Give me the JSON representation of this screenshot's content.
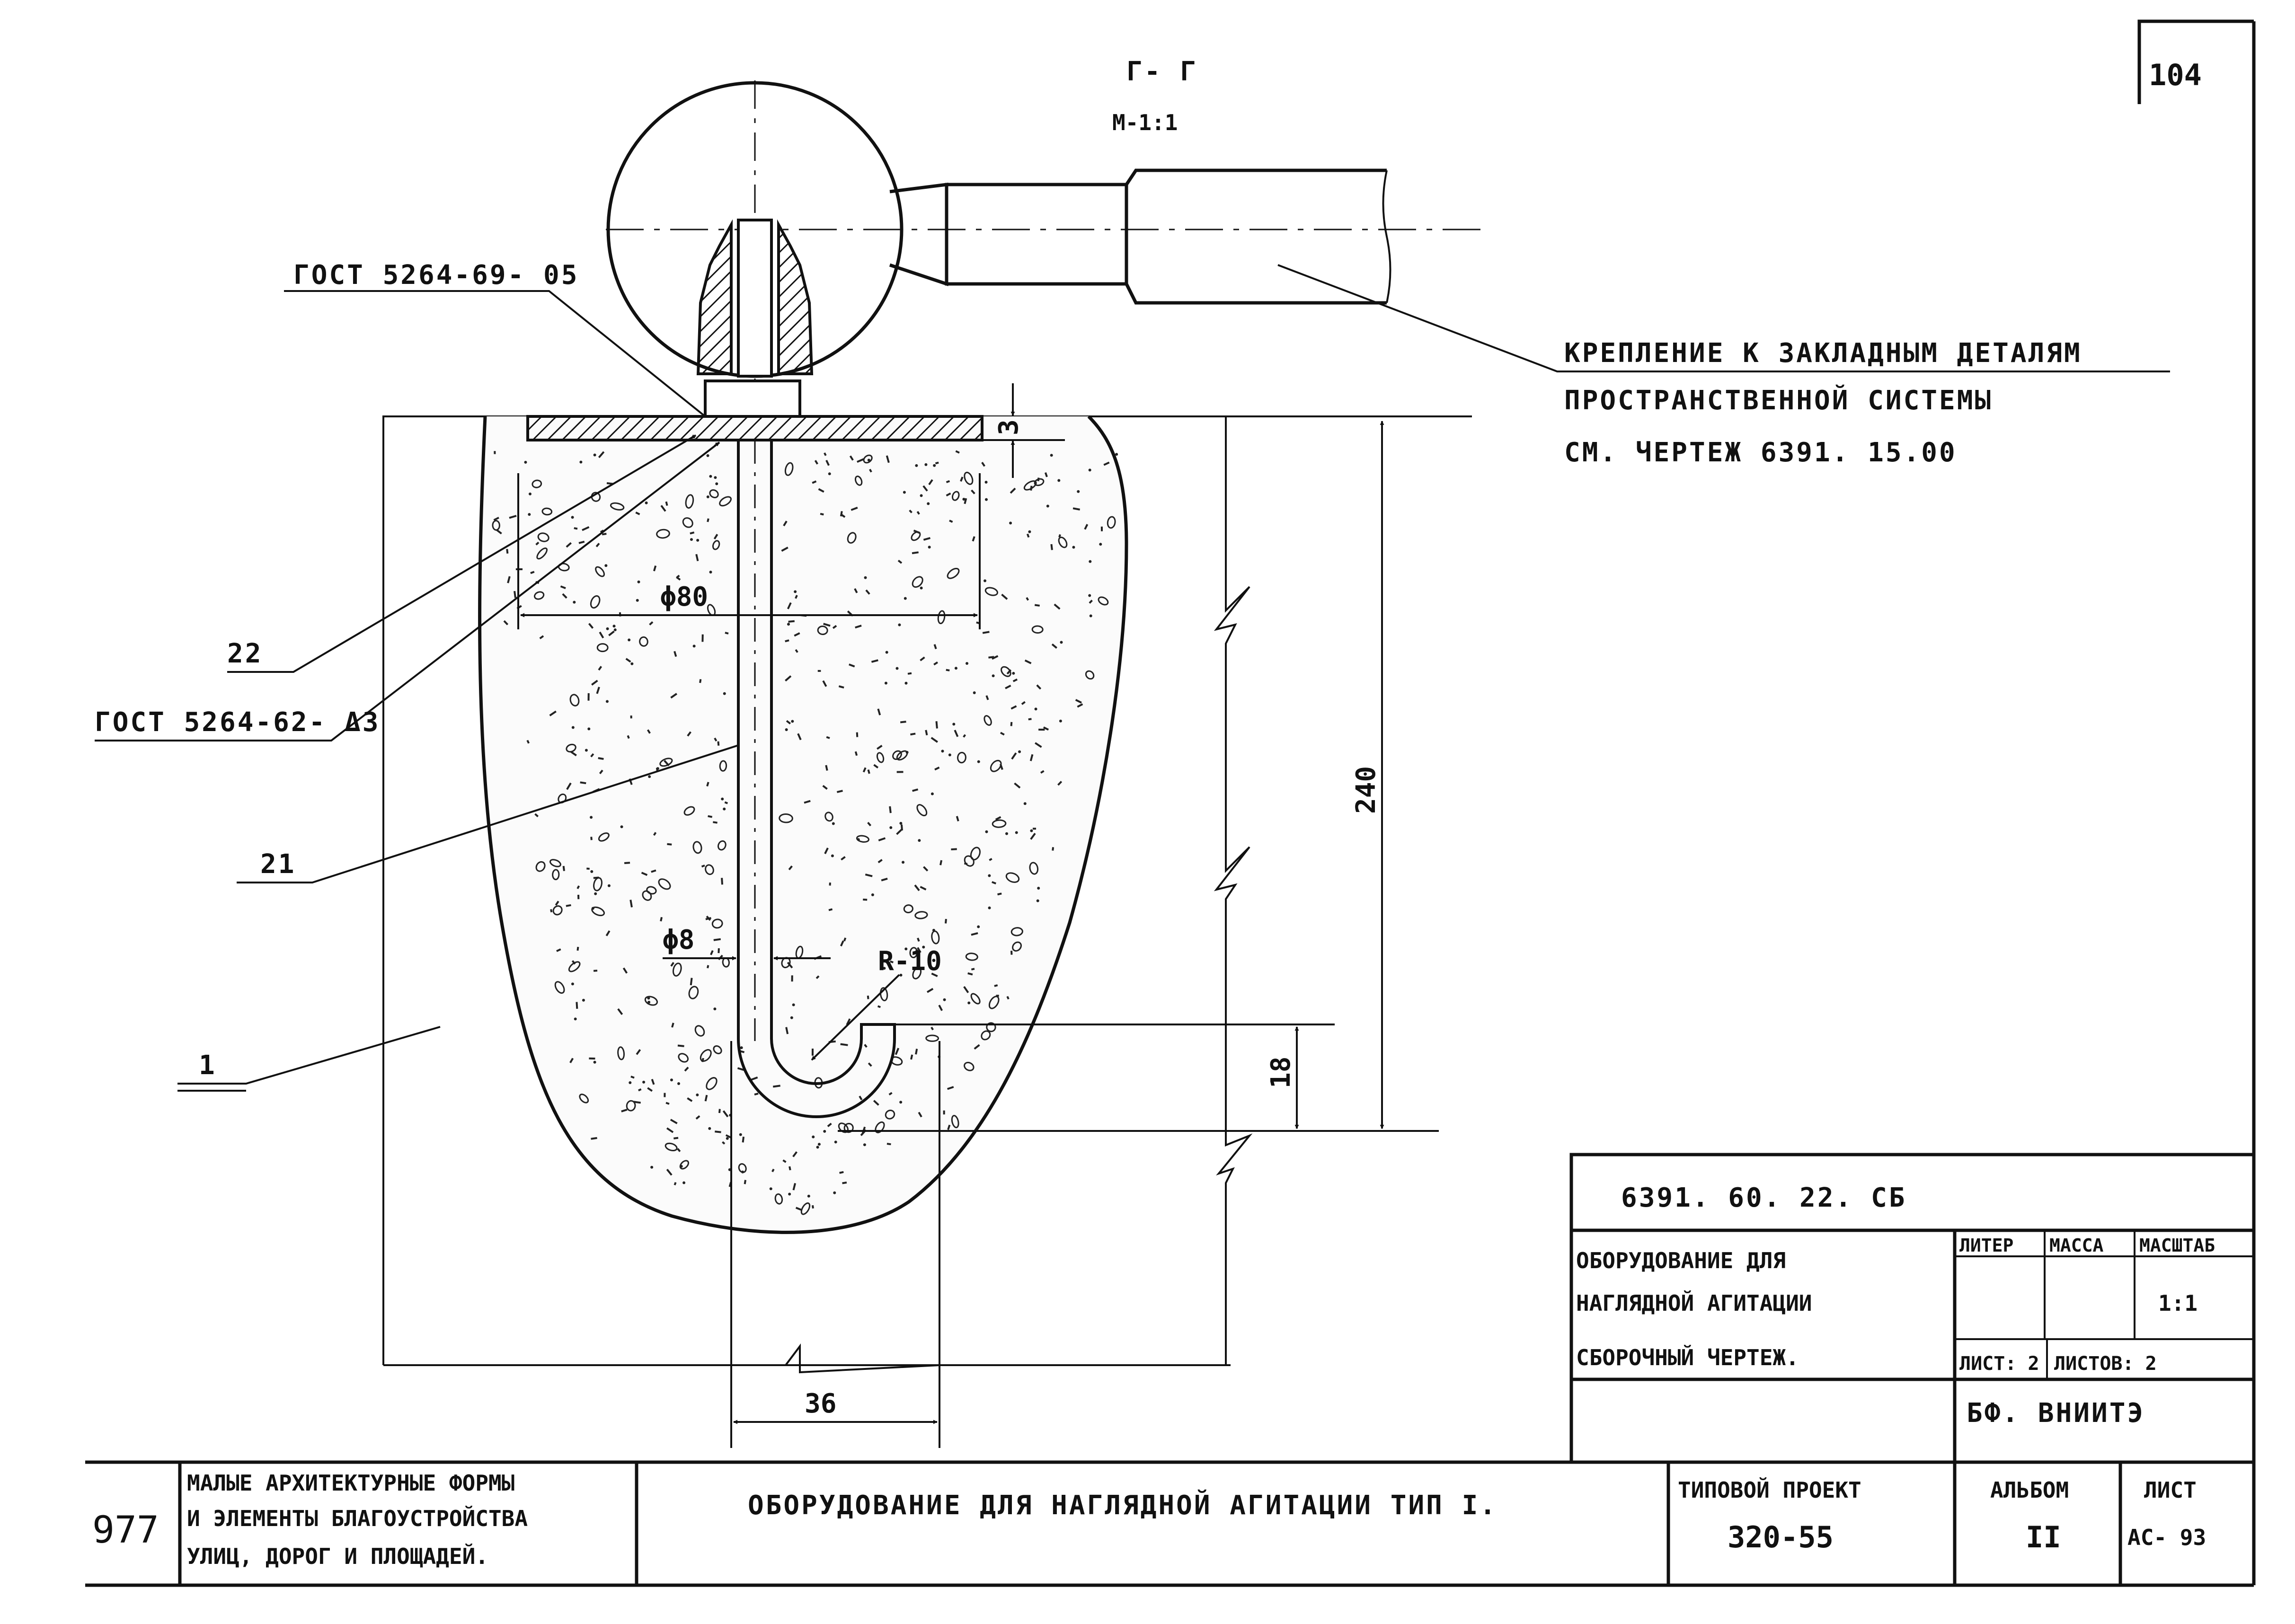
{
  "section": {
    "name": "Г- Г",
    "scale": "М-1:1"
  },
  "page_number": "104",
  "callouts": {
    "gost_top": "ГОСТ  5264-69- 05",
    "item_22": "22",
    "gost_left": "ГОСТ 5264-62- Δ3",
    "item_21": "21",
    "item_1": "1"
  },
  "note": {
    "line1": "КРЕПЛЕНИЕ  К ЗАКЛАДНЫМ  ДЕТАЛЯМ",
    "line2": "ПРОСТРАНСТВЕННОЙ   СИСТЕМЫ",
    "line3": "СМ. ЧЕРТЕЖ  6391. 15.00"
  },
  "dimensions": {
    "plate_thickness": "3",
    "diameter_80": "ϕ80",
    "height_240": "240",
    "diameter_8": "ϕ8",
    "radius_10": "R-10",
    "hook_18": "18",
    "width_36": "36"
  },
  "title_block": {
    "designation": "6391. 60. 22. СБ",
    "name_line1": "ОБОРУДОВАНИЕ ДЛЯ",
    "name_line2": "НАГЛЯДНОЙ АГИТАЦИИ",
    "doc_type": "СБОРОЧНЫЙ  ЧЕРТЕЖ.",
    "col_liter": "ЛИТЕР",
    "col_mass": "МАССА",
    "col_scale": "МАСШТАБ",
    "scale_value": "1:1",
    "sheet": "ЛИСТ: 2",
    "sheets": "ЛИСТОВ: 2",
    "organization": "БФ. ВНИИТЭ"
  },
  "bottom_strip": {
    "number": "977",
    "series_line1": "МАЛЫЕ АРХИТЕКТУРНЫЕ ФОРМЫ",
    "series_line2": "И ЭЛЕМЕНТЫ БЛАГОУСТРОЙСТВА",
    "series_line3": "УЛИЦ, ДОРОГ И ПЛОЩАДЕЙ.",
    "main_title": "ОБОРУДОВАНИЕ  ДЛЯ  НАГЛЯДНОЙ   АГИТАЦИИ  ТИП I.",
    "project_label": "ТИПОВОЙ ПРОЕКТ",
    "project_value": "320-55",
    "album_label": "АЛЬБОМ",
    "album_value": "II",
    "sheet_label": "ЛИСТ",
    "sheet_value": "АС- 93"
  }
}
